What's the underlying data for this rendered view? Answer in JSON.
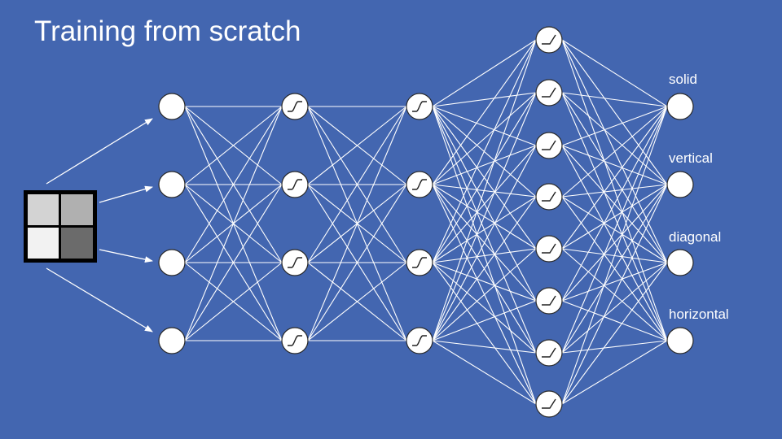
{
  "title": "Training from scratch",
  "input_image": {
    "pixels": [
      "#d3d3d3",
      "#b0b0b0",
      "#f2f2f2",
      "#6b6b6b"
    ]
  },
  "network": {
    "layers": [
      {
        "kind": "input",
        "size": 4,
        "activation": "none"
      },
      {
        "kind": "hidden",
        "size": 4,
        "activation": "sigmoid-icon"
      },
      {
        "kind": "hidden",
        "size": 4,
        "activation": "sigmoid-icon"
      },
      {
        "kind": "hidden",
        "size": 8,
        "activation": "relu-icon"
      },
      {
        "kind": "output",
        "size": 4,
        "activation": "none"
      }
    ]
  },
  "outputs": [
    {
      "label": "solid"
    },
    {
      "label": "vertical"
    },
    {
      "label": "diagonal"
    },
    {
      "label": "horizontal"
    }
  ],
  "colors": {
    "background": "#4366b0",
    "line": "#ffffff",
    "node_fill": "#ffffff",
    "node_stroke": "#2a2a2a"
  }
}
